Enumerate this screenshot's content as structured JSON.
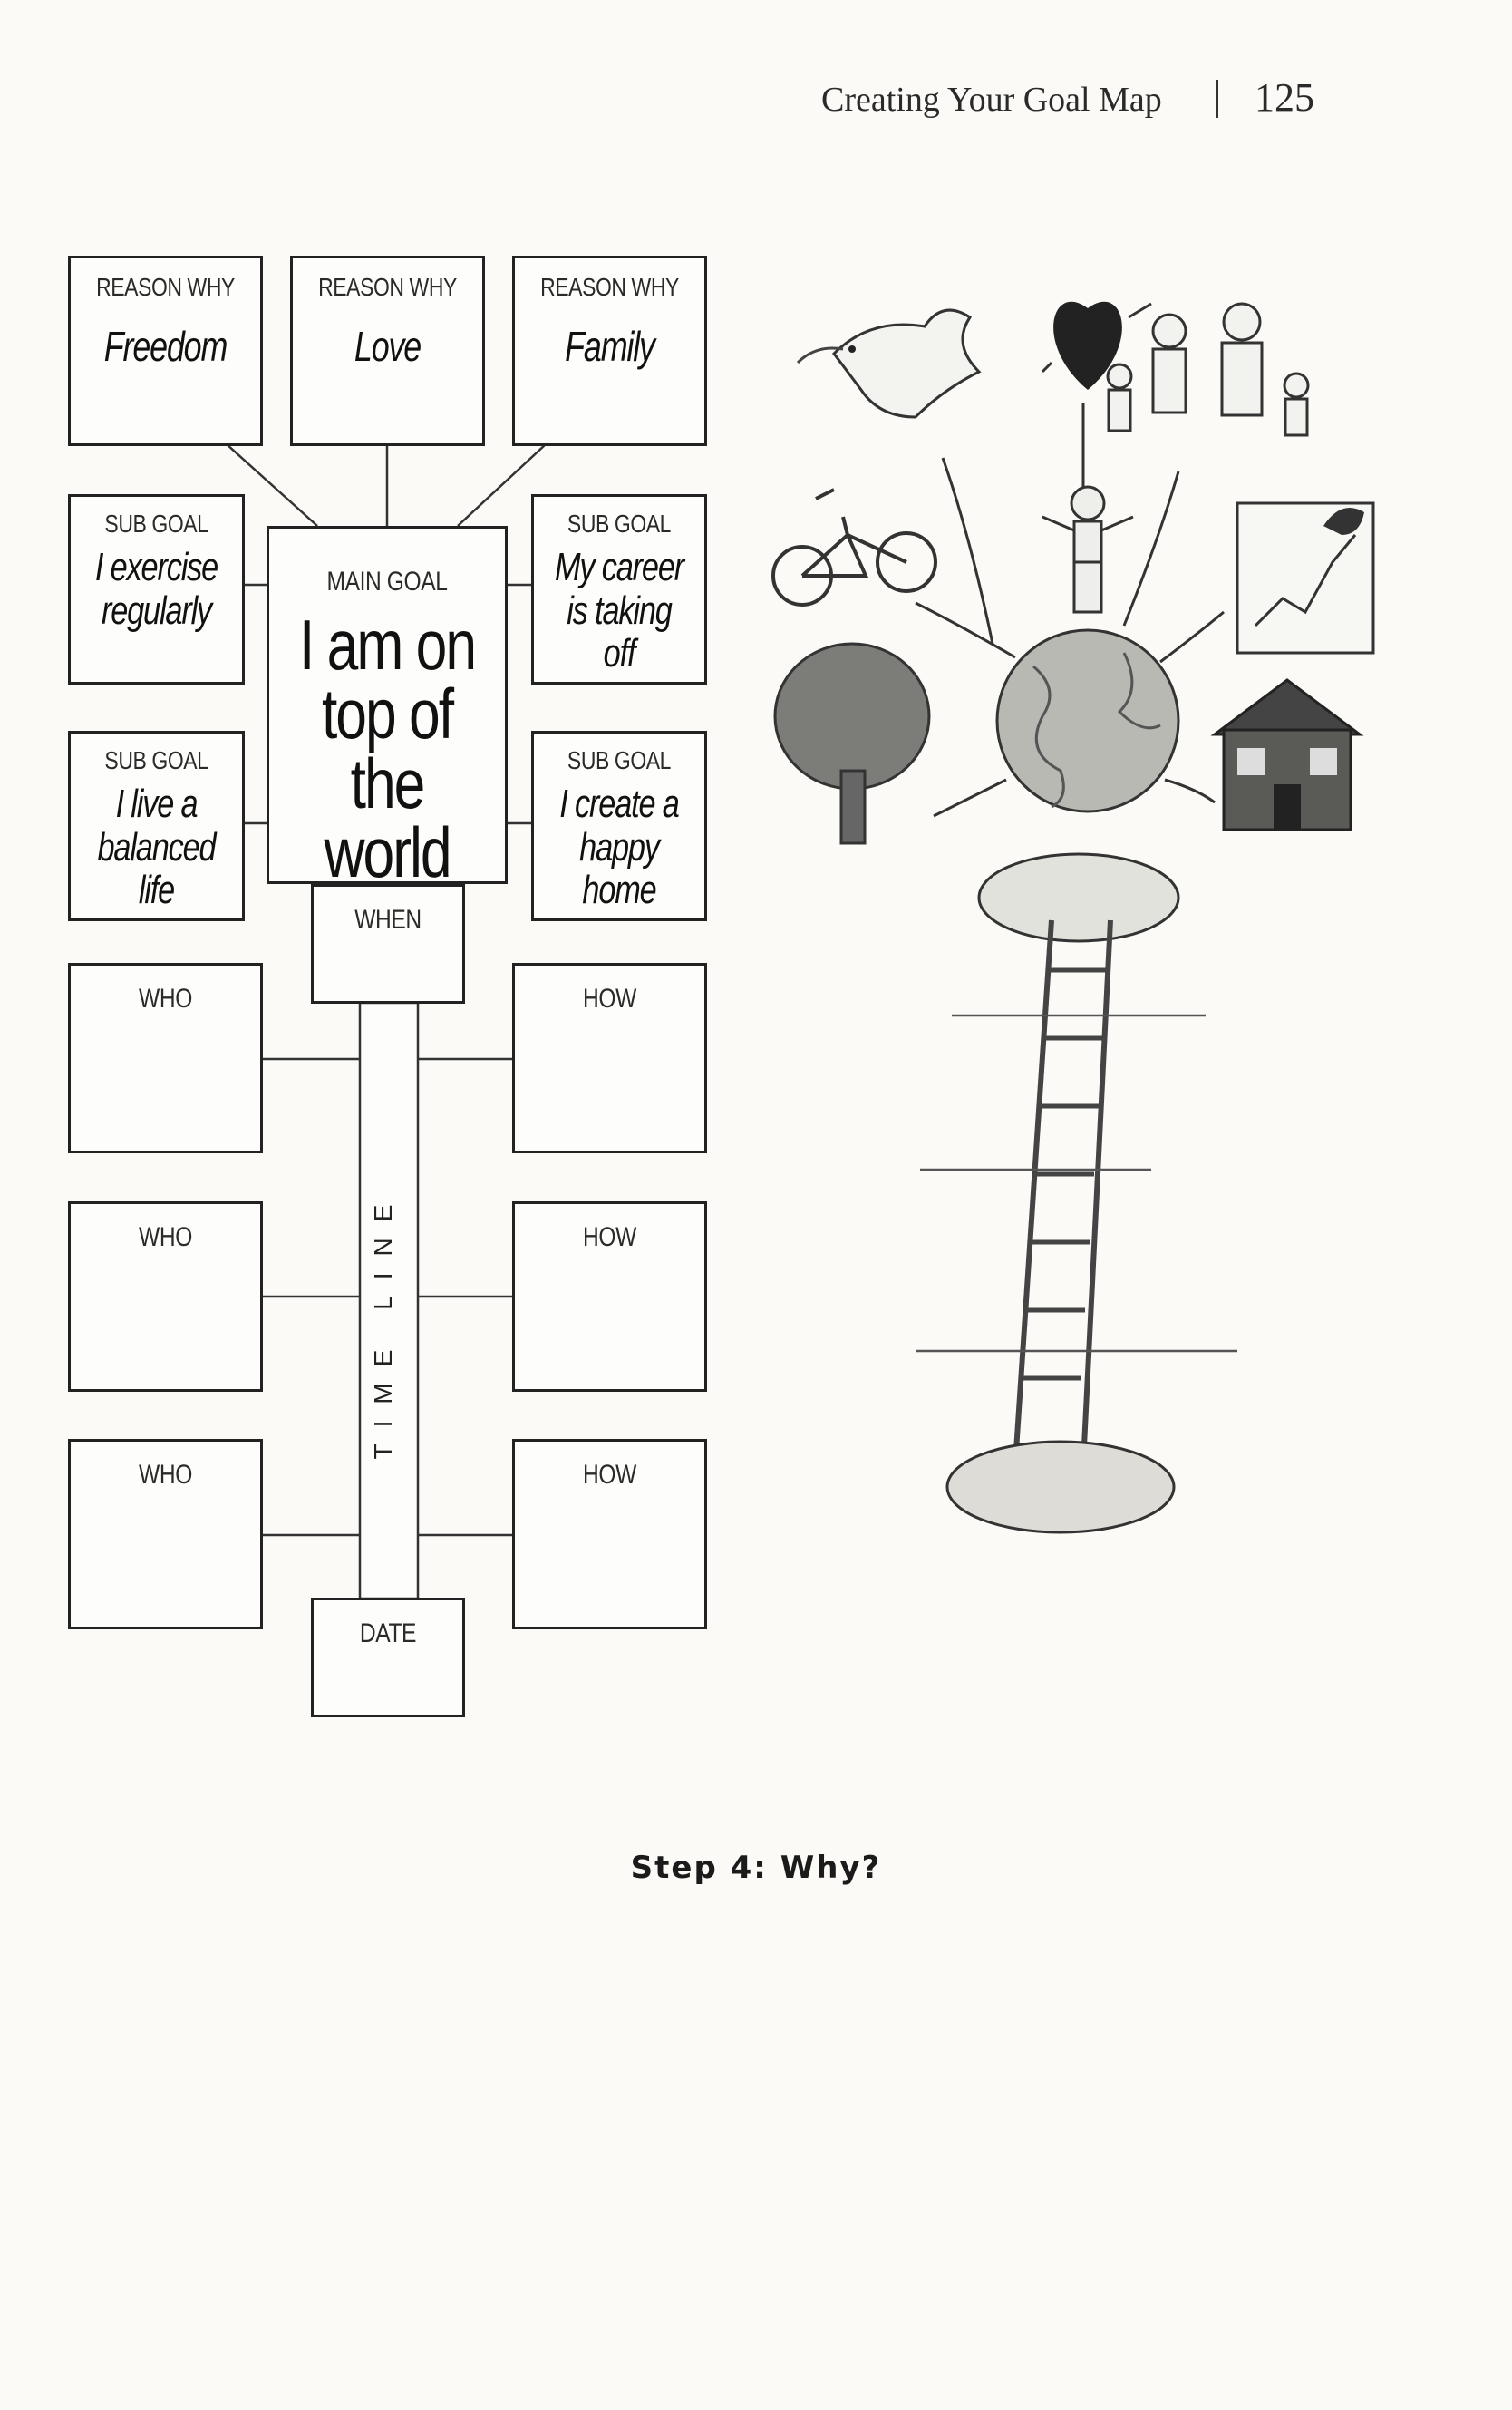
{
  "header": {
    "running_title": "Creating Your Goal Map",
    "page_number": "125"
  },
  "goal_map": {
    "reasons": [
      {
        "label": "REASON WHY",
        "value": "Freedom"
      },
      {
        "label": "REASON WHY",
        "value": "Love"
      },
      {
        "label": "REASON WHY",
        "value": "Family"
      }
    ],
    "main_goal": {
      "label": "MAIN GOAL",
      "value": "I am on\ntop of the\nworld"
    },
    "sub_goals": [
      {
        "label": "SUB GOAL",
        "value": "I exercise\nregularly"
      },
      {
        "label": "SUB GOAL",
        "value": "My career\nis taking off"
      },
      {
        "label": "SUB GOAL",
        "value": "I live a\nbalanced life"
      },
      {
        "label": "SUB GOAL",
        "value": "I create a\nhappy home"
      }
    ],
    "when_label": "WHEN",
    "date_label": "DATE",
    "timeline_label": "TIME LINE",
    "who_boxes": [
      "WHO",
      "WHO",
      "WHO"
    ],
    "how_boxes": [
      "HOW",
      "HOW",
      "HOW"
    ]
  },
  "caption": "Step 4: Why?"
}
